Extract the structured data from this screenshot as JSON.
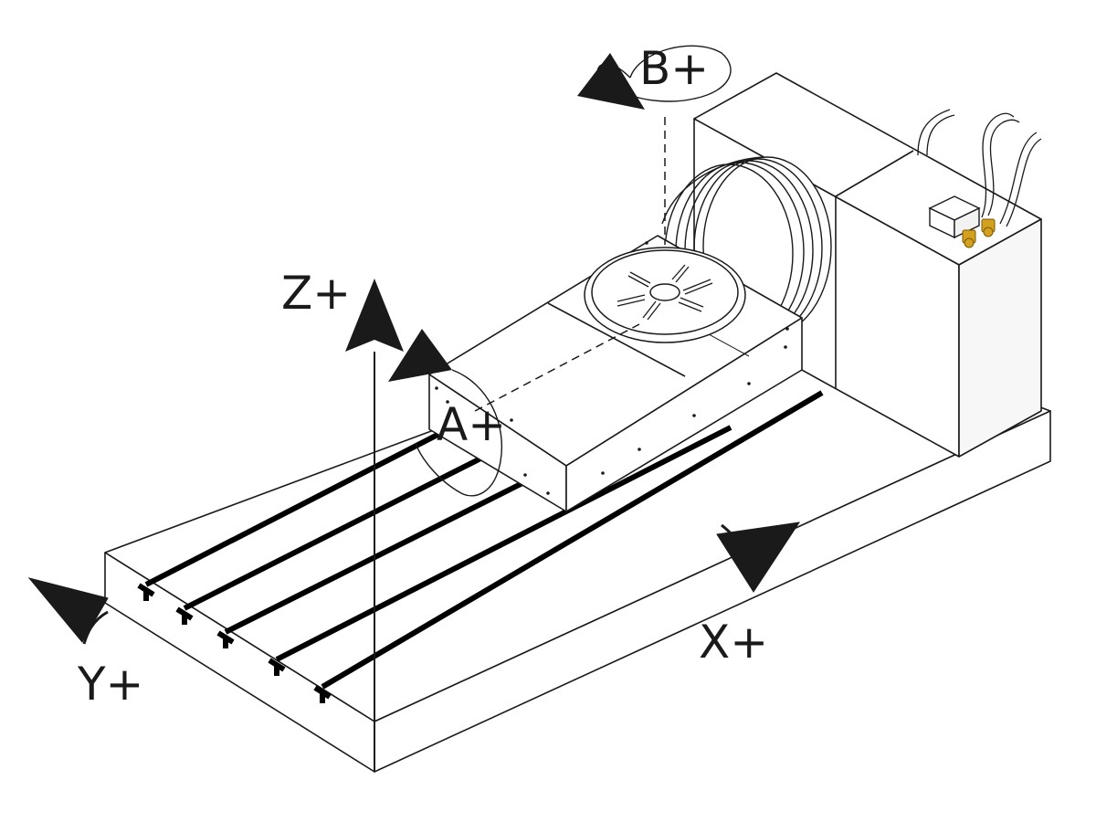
{
  "labels": {
    "x_axis": "X+",
    "y_axis": "Y+",
    "z_axis": "Z+",
    "a_axis": "A+",
    "b_axis": "B+"
  },
  "colors": {
    "line": "#1a1a1a",
    "fill": "#ffffff",
    "shade": "#f2f2f2",
    "fitting": "#d4a020"
  },
  "icons": {
    "axis_arrow": "arrowhead-icon",
    "rotation": "rotation-arrow-icon",
    "fitting": "brass-fitting-icon"
  }
}
